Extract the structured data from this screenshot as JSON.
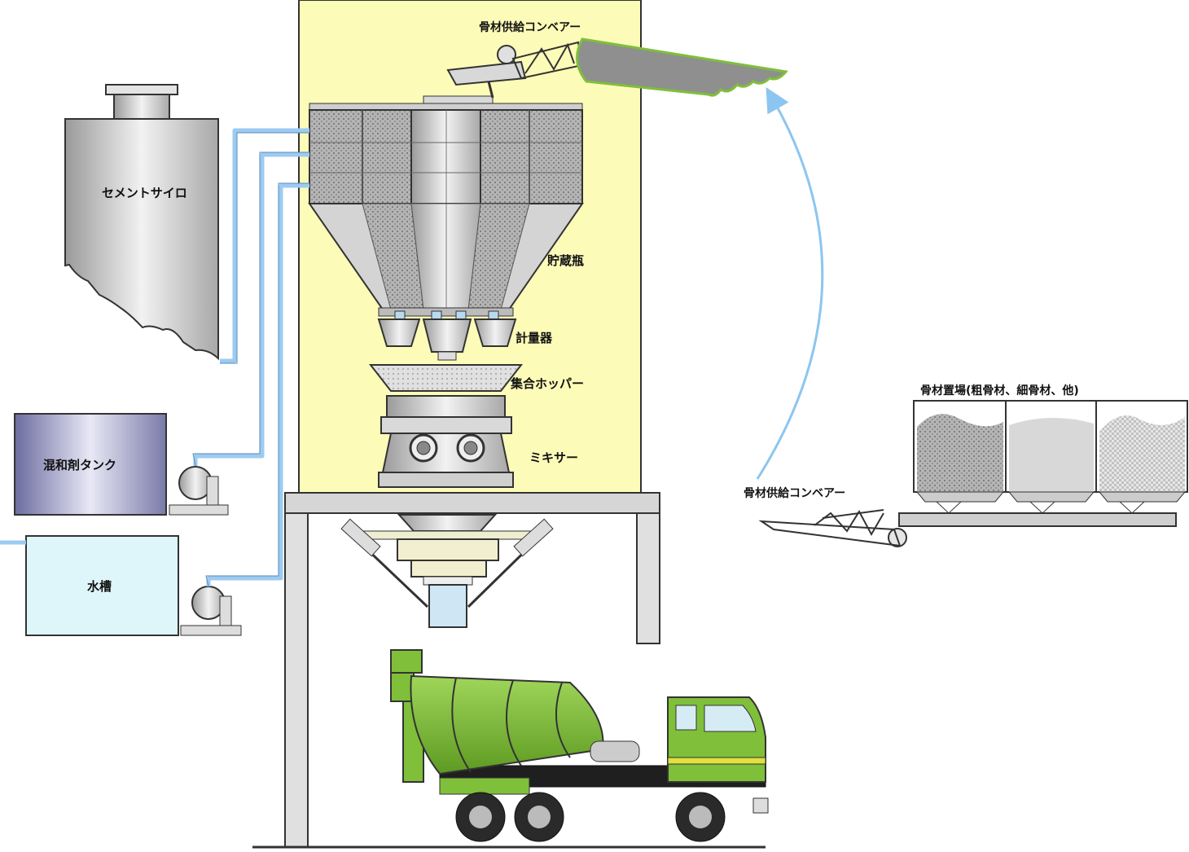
{
  "labels": {
    "conveyor_top": "骨材供給コンベアー",
    "cement_silo": "セメントサイロ",
    "storage_bin": "貯蔵瓶",
    "weigher": "計量器",
    "collecting_hopper": "集合ホッパー",
    "mixer": "ミキサー",
    "admixture_tank": "混和剤タンク",
    "water_tank": "水槽",
    "aggregate_yard": "骨材置場(粗骨材、細骨材、他)",
    "conveyor_bottom": "骨材供給コンベアー"
  },
  "colors": {
    "plant_background": "#fdfbb8",
    "water_pipe": "#9ccbf2",
    "truck_body": "#7fbf3a",
    "steel": "#d8d8d8",
    "outline": "#333333"
  }
}
